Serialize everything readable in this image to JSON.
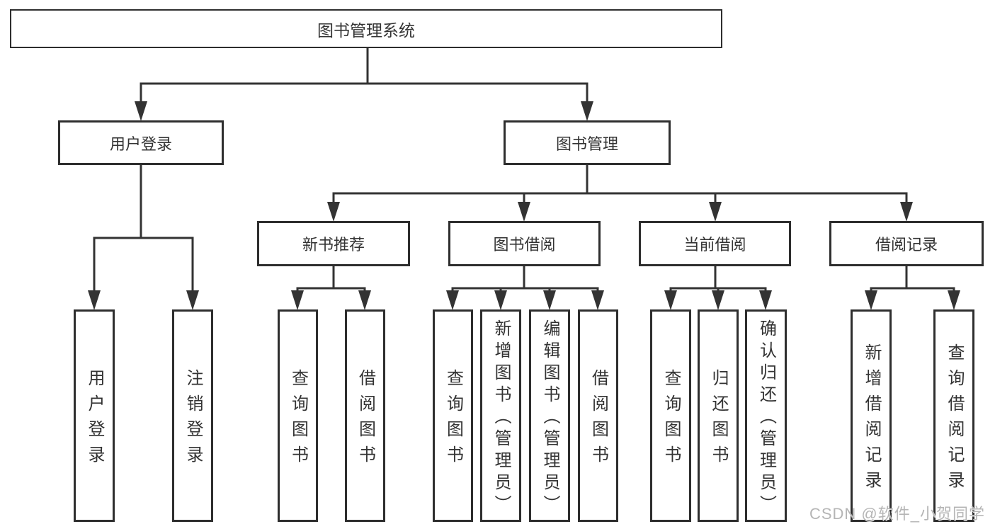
{
  "tree": {
    "root": "图书管理系统",
    "branches": [
      {
        "label": "用户登录",
        "children": [
          "用户登录",
          "注销登录"
        ]
      },
      {
        "label": "图书管理",
        "modules": [
          {
            "label": "新书推荐",
            "children": [
              "查询图书",
              "借阅图书"
            ]
          },
          {
            "label": "图书借阅",
            "children": [
              "查询图书",
              "新增图书（管理员）",
              "编辑图书（管理员）",
              "借阅图书"
            ]
          },
          {
            "label": "当前借阅",
            "children": [
              "查询图书",
              "归还图书",
              "确认归还（管理员）"
            ]
          },
          {
            "label": "借阅记录",
            "children": [
              "新增借阅记录",
              "查询借阅记录"
            ]
          }
        ]
      }
    ]
  },
  "watermark": "CSDN @软件_小贺同学",
  "colors": {
    "line": "#333333",
    "text": "#333333",
    "watermark": "#b5b5b5",
    "background": "#ffffff"
  }
}
